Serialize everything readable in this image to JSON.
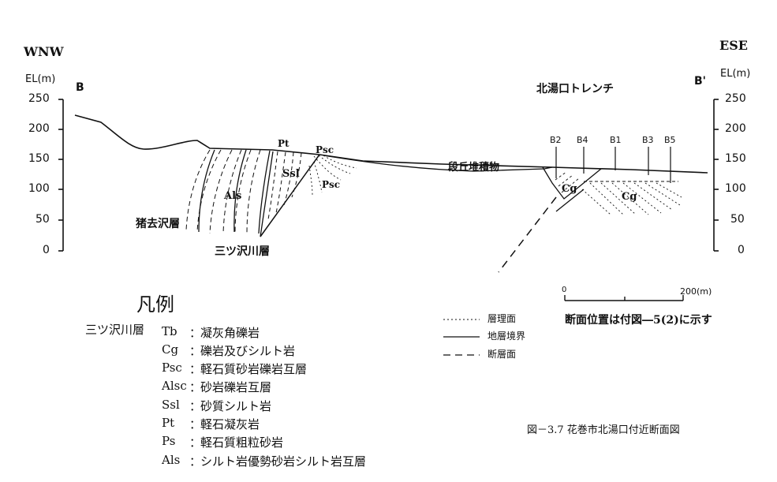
{
  "direction": {
    "left": "WNW",
    "right": "ESE"
  },
  "axis": {
    "left_title": "EL(m)",
    "right_title": "EL(m)",
    "ticks": [
      "250",
      "200",
      "150",
      "100",
      "50",
      "0"
    ]
  },
  "section_ends": {
    "left": "B",
    "right": "B'"
  },
  "trench_label": "北湯口トレンチ",
  "boreholes": [
    "B2",
    "B4",
    "B1",
    "B3",
    "B5"
  ],
  "units": {
    "pt": "Pt",
    "psc_upper": "Psc",
    "psc_lower": "Psc",
    "ssl": "Ssl",
    "als": "Als",
    "cg_left": "Cg",
    "cg_right": "Cg",
    "terrace": "段丘堆積物",
    "inokozawa": "猪去沢層",
    "mitsuzawa": "三ツ沢川層"
  },
  "scale": {
    "zero": "0",
    "end": "200(m)"
  },
  "line_legend": [
    {
      "label": "層理面"
    },
    {
      "label": "地層境界"
    },
    {
      "label": "断層面"
    }
  ],
  "location_note": "断面位置は付図―5(2)に示す",
  "legend": {
    "title": "凡例",
    "formation": "三ツ沢川層",
    "items": [
      {
        "code": "Tb",
        "desc": "凝灰角礫岩"
      },
      {
        "code": "Cg",
        "desc": "礫岩及びシルト岩"
      },
      {
        "code": "Psc",
        "desc": "軽石質砂岩礫岩互層"
      },
      {
        "code": "Alsc",
        "desc": "砂岩礫岩互層"
      },
      {
        "code": "Ssl",
        "desc": "砂質シルト岩"
      },
      {
        "code": "Pt",
        "desc": "軽石凝灰岩"
      },
      {
        "code": "Ps",
        "desc": "軽石質粗粒砂岩"
      },
      {
        "code": "Als",
        "desc": "シルト岩優勢砂岩シルト岩互層"
      }
    ]
  },
  "caption": "図－3.7 花巻市北湯口付近断面図"
}
